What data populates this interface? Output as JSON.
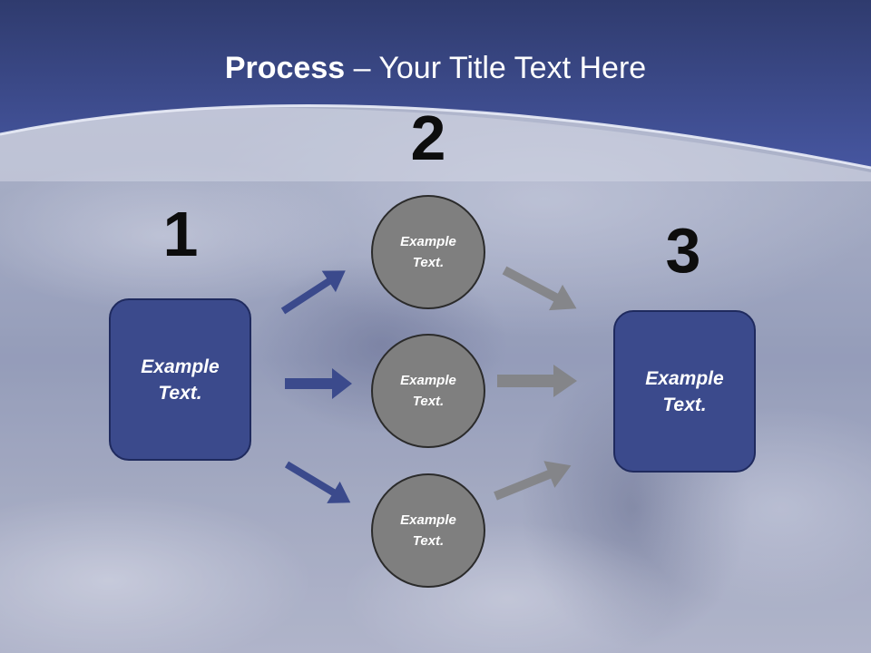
{
  "slide": {
    "title_bold": "Process",
    "title_rest": " – Your Title Text Here"
  },
  "steps": [
    {
      "number": "1",
      "label_line1": "Example",
      "label_line2": "Text."
    },
    {
      "number": "2"
    },
    {
      "number": "3",
      "label_line1": "Example",
      "label_line2": "Text."
    }
  ],
  "nodes": [
    {
      "label_line1": "Example",
      "label_line2": "Text."
    },
    {
      "label_line1": "Example",
      "label_line2": "Text."
    },
    {
      "label_line1": "Example",
      "label_line2": "Text."
    }
  ],
  "colors": {
    "header_blue": "#3d4d90",
    "box_fill": "#3b4a8c",
    "node_fill": "#7f7f7f",
    "arrow_blue": "#3b4a8c",
    "arrow_gray": "#808080"
  },
  "background": {
    "image": "snowy-canyon-eagle-photo"
  }
}
